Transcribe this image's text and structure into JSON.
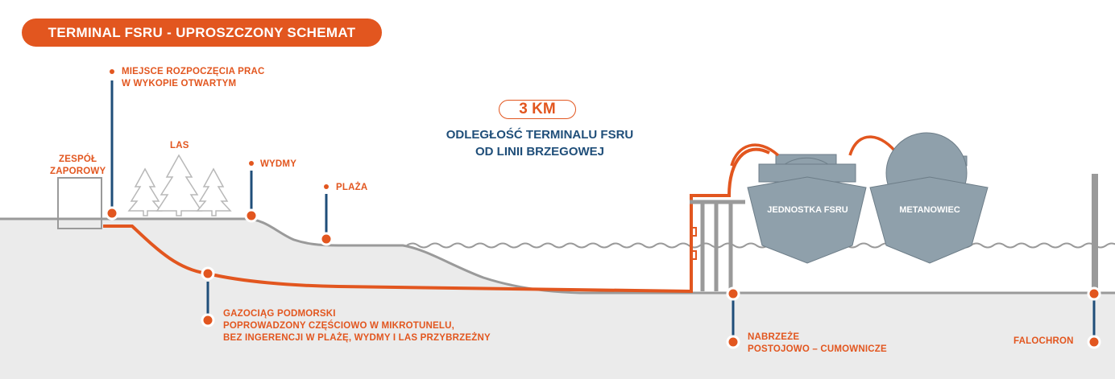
{
  "title": "TERMINAL FSRU - UPROSZCZONY SCHEMAT",
  "distance": {
    "value": "3 KM",
    "line1": "ODLEGŁOŚĆ TERMINALU FSRU",
    "line2": "OD LINII BRZEGOWEJ"
  },
  "labels": {
    "start_point": {
      "line1": "MIEJSCE ROZPOCZĘCIA PRAC",
      "line2": "W WYKOPIE OTWARTYM"
    },
    "barrier": {
      "line1": "ZESPÓŁ",
      "line2": "ZAPOROWY"
    },
    "forest": "LAS",
    "dunes": "WYDMY",
    "beach": "PLAŻA",
    "pipeline": {
      "line1": "GAZOCIĄG PODMORSKI",
      "line2": "POPROWADZONY CZĘŚCIOWO W MIKROTUNELU,",
      "line3": "BEZ INGERENCJI W PLAŻĘ, WYDMY I LAS PRZYBRZEŻNY"
    },
    "quay": {
      "line1": "NABRZEŻE",
      "line2": "POSTOJOWO – CUMOWNICZE"
    },
    "breakwater": "FALOCHRON",
    "ship_fsru": "JEDNOSTKA FSRU",
    "ship_lng": "METANOWIEC"
  },
  "colors": {
    "accent": "#e2561f",
    "navy": "#1f4e79",
    "ship": "#8fa0ab",
    "ground": "#eaeaea",
    "line_gray": "#9a9a9a"
  }
}
